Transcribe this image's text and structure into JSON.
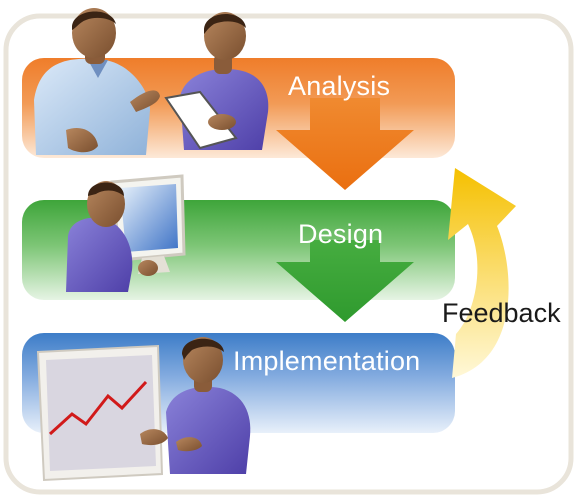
{
  "diagram": {
    "stages": [
      {
        "label": "Analysis",
        "color": "#ee7a22"
      },
      {
        "label": "Design",
        "color": "#3fa23a"
      },
      {
        "label": "Implementation",
        "color": "#3f7fc9"
      }
    ],
    "feedback_label": "Feedback",
    "feedback_color": "#f6c415",
    "frame_color": "#e9e4da"
  }
}
